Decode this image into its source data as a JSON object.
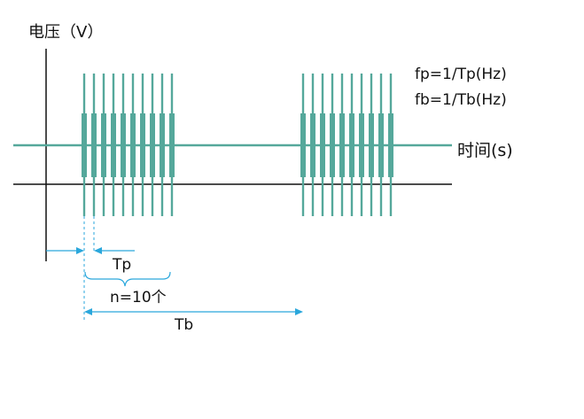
{
  "axes": {
    "y_label": "电压（V）",
    "x_label": "时间(s)"
  },
  "formulas": {
    "fp": "fp=1/Tp(Hz)",
    "fb": "fb=1/Tb(Hz)"
  },
  "annotations": {
    "tp": "Tp",
    "n": "n=10个",
    "tb": "Tb"
  },
  "pulse_train": {
    "bursts": 2,
    "pulses_per_burst": 10
  },
  "colors": {
    "waveform": "#55a89b",
    "axis": "#111111",
    "arrow": "#2aa7dc"
  }
}
